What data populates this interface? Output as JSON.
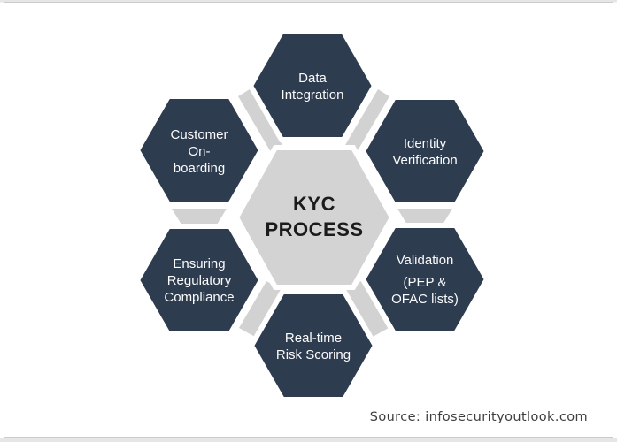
{
  "diagram": {
    "center": {
      "label": "KYC PROCESS",
      "lines": [
        "KYC",
        "PROCESS"
      ]
    },
    "hexagons": [
      {
        "id": "data-integration",
        "label": "Data Integration",
        "lines": [
          "Data",
          "Integration"
        ]
      },
      {
        "id": "identity-verification",
        "label": "Identity Verification",
        "lines": [
          "Identity",
          "Verification"
        ]
      },
      {
        "id": "validation",
        "label": "Validation (PEP & OFAC lists)",
        "lines": [
          "Validation",
          "(PEP &",
          "OFAC lists)"
        ]
      },
      {
        "id": "real-time-risk-scoring",
        "label": "Real-time Risk Scoring",
        "lines": [
          "Real-time",
          "Risk Scoring"
        ]
      },
      {
        "id": "regulatory-compliance",
        "label": "Ensuring Regulatory Compliance",
        "lines": [
          "Ensuring",
          "Regulatory",
          "Compliance"
        ]
      },
      {
        "id": "customer-onboarding",
        "label": "Customer On-boarding",
        "lines": [
          "Customer",
          "On-",
          "boarding"
        ]
      }
    ],
    "source": {
      "text": "Source: infosecurityoutlook.com"
    },
    "colors": {
      "hexagon_dark": "#2e3c50",
      "hexagon_text": "#fbfbfb",
      "center_fill": "#d3d3d3",
      "connector_fill": "#d2d2d2",
      "center_text": "#1b1b1b",
      "source_text": "#3e3e3e",
      "frame_border": "#cbcbcb",
      "edge_band": "#e6e6e6"
    }
  }
}
